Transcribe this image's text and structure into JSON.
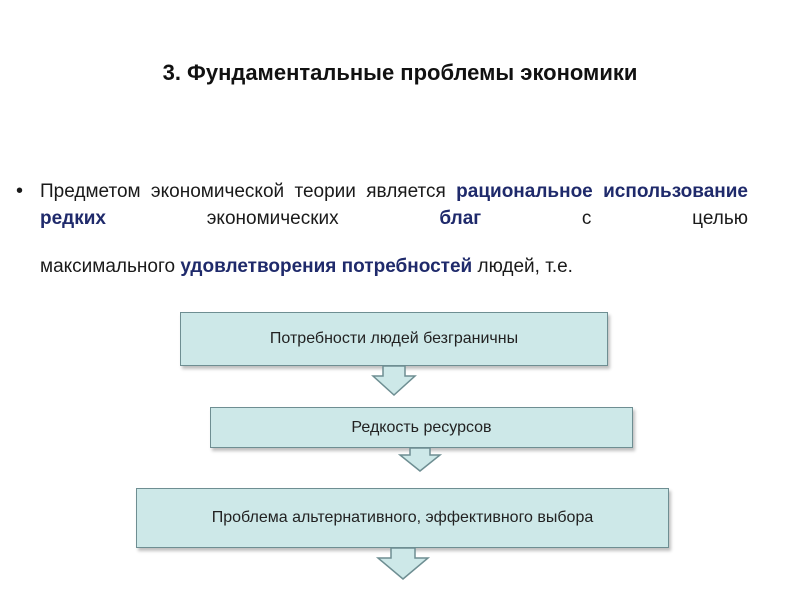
{
  "title": "3. Фундаментальные проблемы экономики",
  "bullet_symbol": "•",
  "paragraph": {
    "seg1": "Предметом экономической теории является ",
    "seg2": "рациональное использование редких",
    "seg3": " экономических ",
    "seg4": "благ",
    "seg5": " с целью",
    "seg6": "максимального ",
    "seg7": "удовлетворения потребностей",
    "seg8": " людей, т.е."
  },
  "flow": {
    "box1": "Потребности людей безграничны",
    "box2": "Редкость ресурсов",
    "box3": "Проблема альтернативного, эффективного выбора"
  },
  "colors": {
    "box_fill": "#cde8e8",
    "box_border": "#6e8e92",
    "highlight_text": "#1f2a6b"
  }
}
